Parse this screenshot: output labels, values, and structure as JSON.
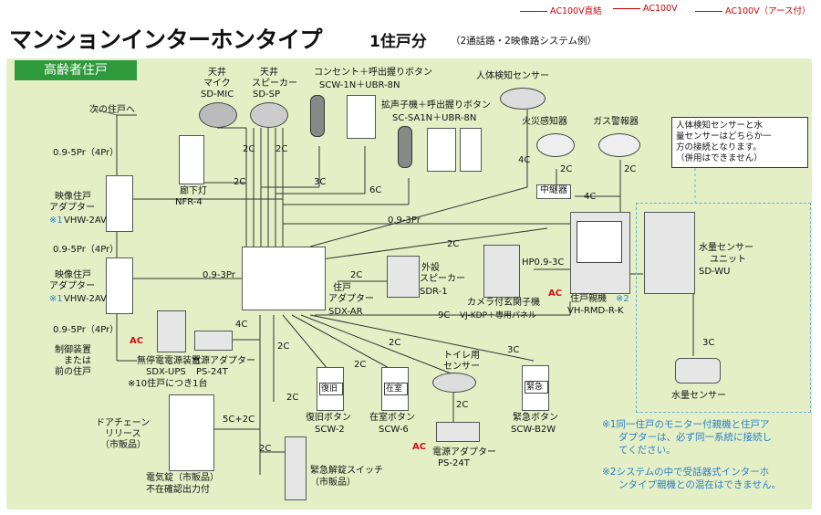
{
  "title": "マンションインターホンタイプ",
  "subtitle": "1住戸分",
  "subtitle_note": "（2通話路・2映像路システム例）",
  "legend": [
    "AC100V直結",
    "AC100V",
    "AC100V（アース付）"
  ],
  "section_label": "高齢者住戸",
  "labels": {
    "next_unit": "次の住戸へ",
    "cable_09_5pr_1": "0.9-5Pr（4Pr）",
    "cable_09_5pr_2": "0.9-5Pr（4Pr）",
    "cable_09_5pr_3": "0.9-5Pr（4Pr）",
    "video_adapter_1_line1": "映像住戸",
    "video_adapter_1_line2": "アダプター",
    "video_adapter_1_mark": "※1",
    "video_adapter_1_model": "VHW-2AV",
    "video_adapter_2_line1": "映像住戸",
    "video_adapter_2_line2": "アダプター",
    "video_adapter_2_mark": "※1",
    "video_adapter_2_model": "VHW-2AV",
    "control_line1": "制御装置",
    "control_line2": "または",
    "control_line3": "前の住戸",
    "ceiling_mic_1": "天井",
    "ceiling_mic_2": "マイク",
    "ceiling_mic_model": "SD-MIC",
    "ceiling_sp_1": "天井",
    "ceiling_sp_2": "スピーカー",
    "ceiling_sp_model": "SD-SP",
    "hall_light": "廊下灯",
    "hall_light_model": "NFR-4",
    "outlet_call_1": "コンセント＋呼出握りボタン",
    "outlet_call_2": "SCW-1N＋UBR-8N",
    "ext_call_1": "拡声子機＋呼出握りボタン",
    "ext_call_2": "SC-SA1N＋UBR-8N",
    "human_sensor": "人体検知センサー",
    "fire_alarm": "火災感知器",
    "gas_alarm": "ガス警報器",
    "callout_text_1": "人体検知センサーと水",
    "callout_text_2": "量センサーはどちらか一",
    "callout_text_3": "方の接続となります。",
    "callout_text_4": "（併用はできません）",
    "relay": "中継器",
    "unit_adapter_1": "住戸",
    "unit_adapter_2": "アダプター",
    "unit_adapter_model": "SDX-AR",
    "outdoor_sp_1": "外設",
    "outdoor_sp_2": "スピーカー",
    "outdoor_sp_model": "SDR-1",
    "door_camera_1": "カメラ付玄関子機",
    "door_camera_2": "VJ-KDP＋専用パネル",
    "main_unit_1": "住戸親機",
    "main_unit_mark": "※2",
    "main_unit_model": "VH-RMD-R-K",
    "water_unit_1": "水量センサー",
    "water_unit_2": "ユニット",
    "water_unit_model": "SD-WU",
    "water_sensor": "水量センサー",
    "ups_1": "無停電電源装置",
    "ups_model": "SDX-UPS",
    "ups_note": "※10住戸につき1台",
    "power_adapter_1": "電源アダプター",
    "power_adapter_1_model": "PS-24T",
    "power_adapter_2": "電源アダプター",
    "power_adapter_2_model": "PS-24T",
    "recovery_btn": "復旧ボタン",
    "recovery_btn_model": "SCW-2",
    "recovery_btn_face": "復旧",
    "home_btn": "在室ボタン",
    "home_btn_model": "SCW-6",
    "home_btn_face": "在室",
    "emergency_btn": "緊急ボタン",
    "emergency_btn_model": "SCW-B2W",
    "emergency_btn_face": "緊急",
    "toilet_sensor_1": "トイレ用",
    "toilet_sensor_2": "センサー",
    "door_chain_1": "ドアチェーン",
    "door_chain_2": "リリース",
    "door_chain_3": "（市販品）",
    "elec_lock_1": "電気錠（市販品）",
    "elec_lock_2": "不在確認出力付",
    "emergency_release_1": "緊急解錠スイッチ",
    "emergency_release_2": "（市販品）",
    "note1_line1": "※1同一住戸のモニター付親機と住戸ア",
    "note1_line2": "ダプターは、必ず同一系統に接続し",
    "note1_line3": "てください。",
    "note2_line1": "※2システムの中で受話器式インターホ",
    "note2_line2": "ンタイプ親機との混在はできません。",
    "ac": "AC"
  },
  "cables": {
    "c2c_a": "2C",
    "c2c_b": "2C",
    "c2c_c": "2C",
    "c3c_a": "3C",
    "c6c": "6C",
    "c09_3pr_a": "0.9-3Pr",
    "c09_3pr_b": "0.9-3Pr",
    "c2c_d": "2C",
    "c4c_a": "4C",
    "c4c_b": "4C",
    "c2c_e": "2C",
    "c2c_f": "2C",
    "c4c_c": "4C",
    "chp": "HP0.9-3C",
    "c2c_g": "2C",
    "c9c": "9C",
    "c3c_b": "3C",
    "c2c_h": "2C",
    "c2c_i": "2C",
    "c2c_j": "2C",
    "c2c_k": "2C",
    "c5c2c": "5C+2C",
    "c2c_l": "2C",
    "c3c_c": "3C",
    "c2c_m": "2C"
  },
  "colors": {
    "panel": "#e4efc6",
    "badge": "#2f9a3c",
    "note": "#2a7fc7",
    "ac": "#d01010"
  }
}
